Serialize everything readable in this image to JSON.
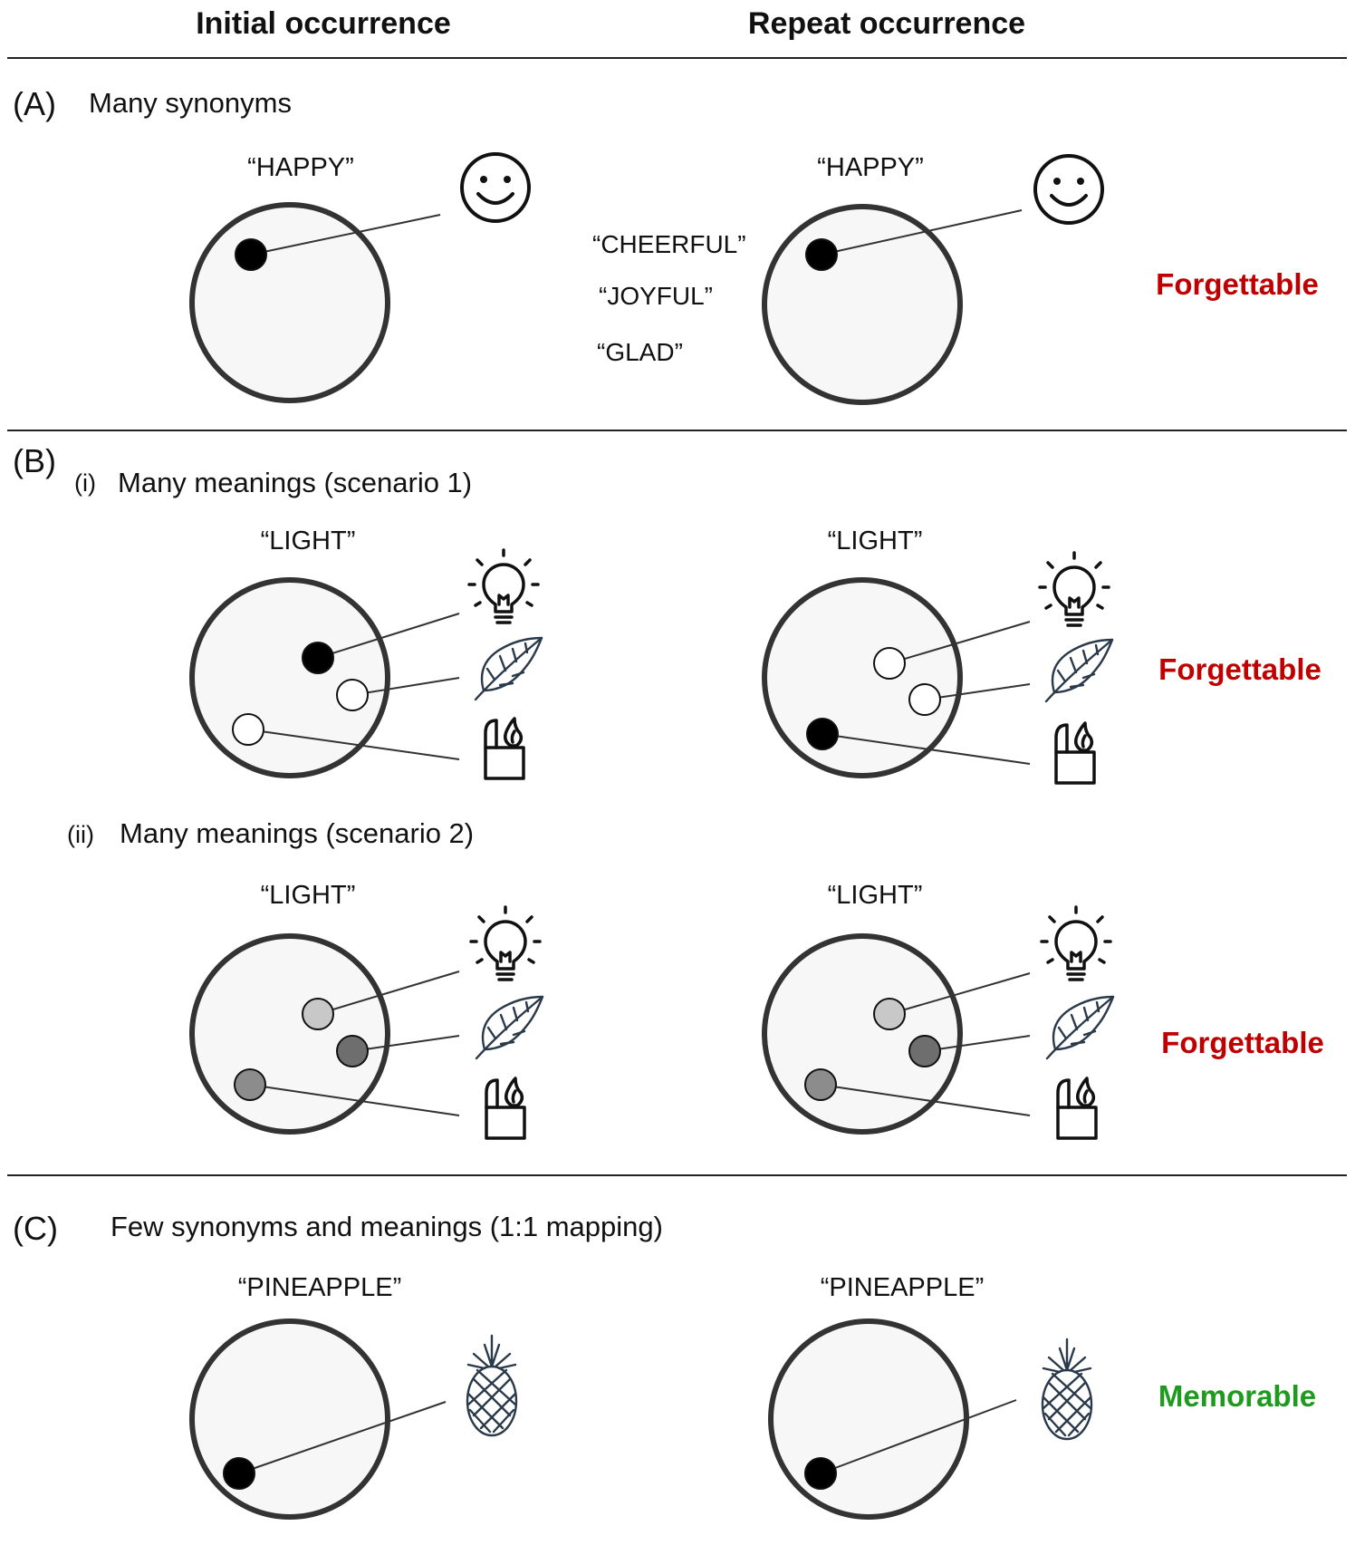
{
  "columns": {
    "initial": "Initial occurrence",
    "repeat": "Repeat occurrence"
  },
  "colors": {
    "forgettable": "#c00000",
    "memorable": "#1e9a1e",
    "dot_active": "#000000",
    "dot_inactive": "#ffffff",
    "dot_light_gray": "#c8c8c8",
    "dot_dark_gray": "#6e6e6e",
    "dot_mid_gray": "#8c8c8c"
  },
  "sections": [
    {
      "letter": "(A)",
      "title": "Many synonyms",
      "word": "“HAPPY”",
      "synonyms": [
        "“CHEERFUL”",
        "“JOYFUL”",
        "“GLAD”"
      ],
      "icons": [
        "smiley-icon"
      ],
      "verdict": "Forgettable"
    },
    {
      "letter": "(B)",
      "subsections": [
        {
          "label": "(i)",
          "title": "Many meanings (scenario 1)",
          "word": "“LIGHT”",
          "icons": [
            "lightbulb-icon",
            "feather-icon",
            "lighter-icon"
          ],
          "verdict": "Forgettable"
        },
        {
          "label": "(ii)",
          "title": "Many meanings (scenario 2)",
          "word": "“LIGHT”",
          "icons": [
            "lightbulb-icon",
            "feather-icon",
            "lighter-icon"
          ],
          "verdict": "Forgettable"
        }
      ]
    },
    {
      "letter": "(C)",
      "title": "Few synonyms and meanings (1:1 mapping)",
      "word": "“PINEAPPLE”",
      "icons": [
        "pineapple-icon"
      ],
      "verdict": "Memorable"
    }
  ]
}
